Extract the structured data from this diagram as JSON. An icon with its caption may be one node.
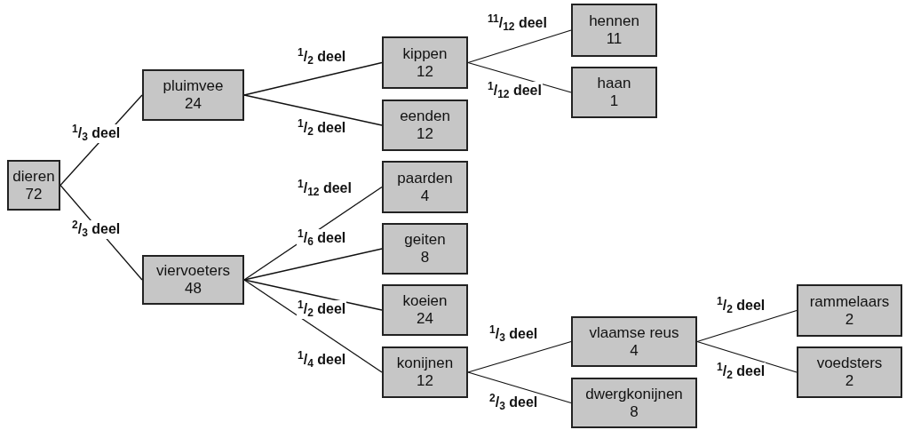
{
  "diagram": {
    "nodes": [
      {
        "text": [
          "dieren",
          "72"
        ]
      },
      {
        "text": [
          "pluimvee",
          "24"
        ]
      },
      {
        "text": [
          "viervoeters",
          "48"
        ]
      },
      {
        "text": [
          "kippen",
          "12"
        ]
      },
      {
        "text": [
          "eenden",
          "12"
        ]
      },
      {
        "text": [
          "paarden",
          "4"
        ]
      },
      {
        "text": [
          "geiten",
          "8"
        ]
      },
      {
        "text": [
          "koeien",
          "24"
        ]
      },
      {
        "text": [
          "konijnen",
          "12"
        ]
      },
      {
        "text": [
          "hennen",
          "11"
        ]
      },
      {
        "text": [
          "haan",
          "1"
        ]
      },
      {
        "text": [
          "vlaamse reus",
          "4"
        ]
      },
      {
        "text": [
          "dwergkonijnen",
          "8"
        ]
      },
      {
        "text": [
          "rammelaars",
          "2"
        ]
      },
      {
        "text": [
          "voedsters",
          "2"
        ]
      }
    ],
    "edges": [
      {
        "from": 0,
        "to": 1,
        "arrow": "none",
        "label": "$^{1}$/$_{3}$ deel"
      },
      {
        "from": 0,
        "to": 2,
        "arrow": "none",
        "label": "$^{2}$/$_{3}$ deel"
      },
      {
        "from": 1,
        "to": 3,
        "arrow": "none",
        "label": "$^{1}$/$_{2}$ deel"
      },
      {
        "from": 1,
        "to": 4,
        "arrow": "none",
        "label": "$^{1}$/$_{2}$ deel"
      },
      {
        "from": 2,
        "to": 5,
        "arrow": "none",
        "label": "$^{1}$/$_{12}$ deel"
      },
      {
        "from": 2,
        "to": 6,
        "arrow": "none",
        "label": "$^{1}$/$_{6}$ deel"
      },
      {
        "from": 2,
        "to": 7,
        "arrow": "none",
        "label": "$^{1}$/$_{2}$ deel"
      },
      {
        "from": 2,
        "to": 8,
        "arrow": "none",
        "label": "$^{1}$/$_{4}$ deel"
      },
      {
        "from": 3,
        "to": 9,
        "arrow": "none",
        "label": "$^{11}$/$_{12}$ deel"
      },
      {
        "from": 3,
        "to": 10,
        "arrow": "none",
        "label": "$^{1}$/$_{12}$ deel"
      },
      {
        "from": 8,
        "to": 11,
        "arrow": "none",
        "label": "$^{1}$/$_{3}$ deel"
      },
      {
        "from": 8,
        "to": 12,
        "arrow": "none",
        "label": "$^{2}$/$_{3}$ deel"
      },
      {
        "from": 11,
        "to": 13,
        "arrow": "none",
        "label": "$^{1}$/$_{2}$ deel"
      },
      {
        "from": 11,
        "to": 14,
        "arrow": "none",
        "label": "$^{1}$/$_{2}$ deel"
      }
    ]
  }
}
